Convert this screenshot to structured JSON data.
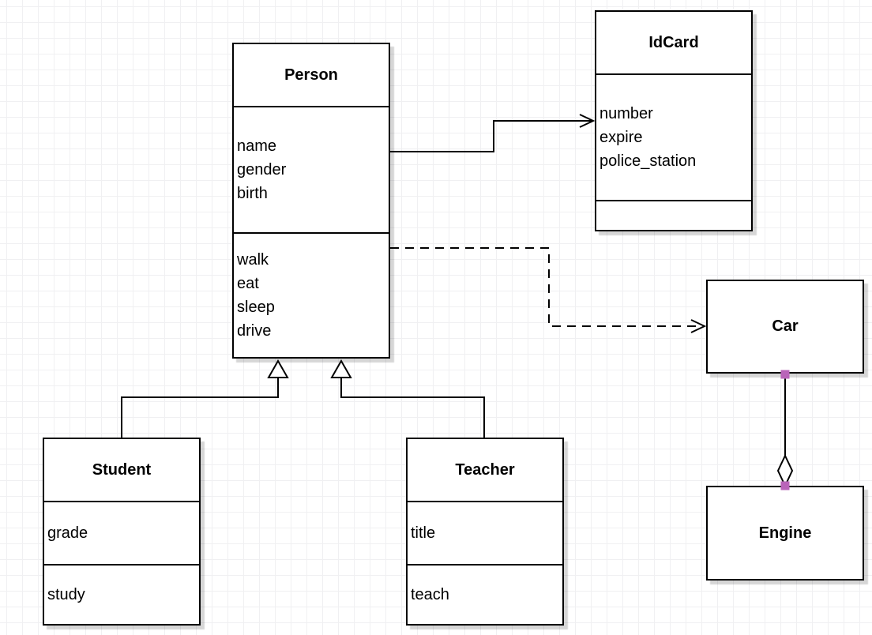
{
  "diagram": {
    "type": "uml-class-diagram",
    "classes": {
      "person": {
        "name": "Person",
        "attributes": [
          "name",
          "gender",
          "birth"
        ],
        "methods": [
          "walk",
          "eat",
          "sleep",
          "drive"
        ]
      },
      "idcard": {
        "name": "IdCard",
        "attributes": [
          "number",
          "expire",
          "police_station"
        ],
        "methods": []
      },
      "car": {
        "name": "Car",
        "attributes": [],
        "methods": []
      },
      "engine": {
        "name": "Engine",
        "attributes": [],
        "methods": []
      },
      "student": {
        "name": "Student",
        "attributes": [
          "grade"
        ],
        "methods": [
          "study"
        ]
      },
      "teacher": {
        "name": "Teacher",
        "attributes": [
          "title"
        ],
        "methods": [
          "teach"
        ]
      }
    },
    "relationships": [
      {
        "from": "Person",
        "to": "IdCard",
        "type": "association",
        "style": "solid-open-arrow"
      },
      {
        "from": "Person",
        "to": "Car",
        "type": "dependency",
        "style": "dashed-open-arrow"
      },
      {
        "from": "Student",
        "to": "Person",
        "type": "generalization",
        "style": "solid-hollow-triangle"
      },
      {
        "from": "Teacher",
        "to": "Person",
        "type": "generalization",
        "style": "solid-hollow-triangle"
      },
      {
        "from": "Car",
        "to": "Engine",
        "type": "aggregation",
        "style": "solid-hollow-diamond"
      }
    ],
    "colors": {
      "background": "#ffffff",
      "grid_line": "#f0f0f2",
      "node_fill": "#ffffff",
      "node_stroke": "#000000",
      "edge_stroke": "#000000",
      "connection_point": "#b964b9",
      "shadow": "rgba(0,0,0,0.16)"
    }
  }
}
